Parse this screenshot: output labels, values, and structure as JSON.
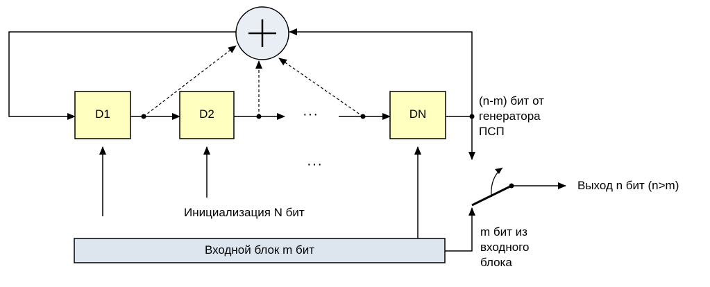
{
  "diagram": {
    "registers": [
      {
        "label": "D1"
      },
      {
        "label": "D2"
      },
      {
        "label": "DN"
      }
    ],
    "adder_symbol": "+",
    "ellipsis_top": "···",
    "ellipsis_bottom": "···",
    "input_block_label": "Входной блок m бит",
    "init_label": "Инициализация N бит",
    "prng_label_lines": [
      "(n-m) бит от",
      "генератора",
      "ПСП"
    ],
    "input_bits_label_lines": [
      "m бит из",
      "входного",
      "блока"
    ],
    "output_label": "Выход n бит (n>m)",
    "colors": {
      "register_fill": "#ffffc0",
      "input_block_fill": "#dde6ef",
      "adder_fill": "#e9eef5",
      "line": "#000000"
    }
  }
}
